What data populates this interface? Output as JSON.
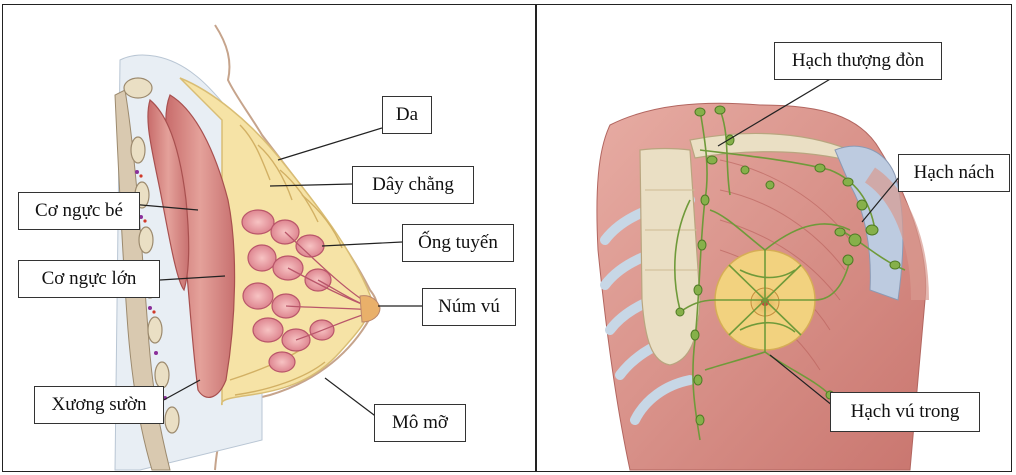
{
  "left_panel": {
    "labels": {
      "da": "Da",
      "day_chang": "Dây chằng",
      "co_nguc_be": "Cơ ngực bé",
      "ong_tuyen": "Ống tuyến",
      "co_nguc_lon": "Cơ ngực lớn",
      "num_vu": "Núm vú",
      "xuong_suon": "Xương sườn",
      "mo_mo": "Mô mỡ"
    }
  },
  "right_panel": {
    "labels": {
      "hach_thuong_don": "Hạch thượng đòn",
      "hach_nach": "Hạch nách",
      "hach_vu_trong": "Hạch vú trong"
    }
  },
  "colors": {
    "muscle": "#d98f8a",
    "fat": "#f6e3a6",
    "gland": "#e98f98",
    "bone": "#eadfc4",
    "lymph": "#6f9a3a",
    "line": "#222222"
  }
}
